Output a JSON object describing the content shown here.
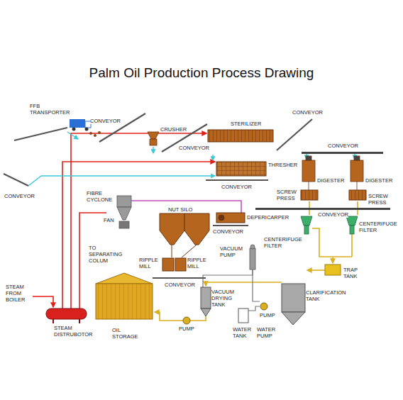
{
  "diagram": {
    "title": "Palm Oil Production Process Drawing",
    "labels": [
      "FFB TRANSPORTER",
      "CONVEYOR",
      "CRUSHER",
      "STERILIZER",
      "CONVEYOR",
      "CONVEYOR",
      "CONVEYOR",
      "THRESHER",
      "CONVEYOR",
      "CONVEYOR",
      "DIGESTER",
      "DIGESTER",
      "FIBRE CYCLONE",
      "SCREW PRESS",
      "SCREW PRESS",
      "NUT SILO",
      "FAN",
      "DEPERICARPER",
      "CONVEYOR",
      "CONVEYOR",
      "CENTERIFUGE FILTER",
      "CENTERIFUGE FILTER",
      "VACUUM PUMP",
      "TO SEPARATING COLUM",
      "RIPPLE MILL",
      "RIPPLE MILL",
      "TRAP TANK",
      "CONVEYOR",
      "STEAM FROM BOILER",
      "VACUUM DRYING TANK",
      "CLARIFICATION TANK",
      "PUMP",
      "PUMP",
      "STEAM DISTRUBOTOR",
      "OIL STORAGE",
      "WATER TANK",
      "WATER PUMP"
    ]
  }
}
